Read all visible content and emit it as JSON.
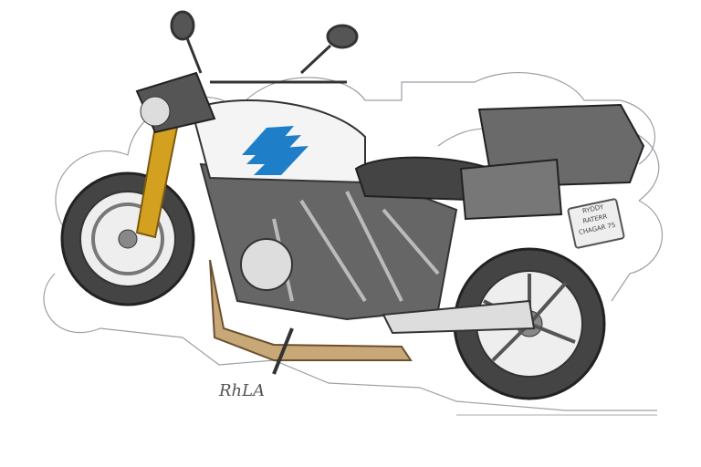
{
  "image": {
    "subject": "Illustrated motorcycle (naked roadster with side panniers) in sketch style",
    "colors": {
      "line": "#3a3a3a",
      "body": "#f4f4f4",
      "frame": "#5a5a5a",
      "fork": "#d4a020",
      "accent_blue": "#1e7fc8",
      "exhaust": "#b08a60",
      "smoke": "#9aa0a6"
    },
    "signature_text": "RhLA",
    "plate_text": [
      "RYDDY",
      "RATERR",
      "CHAGAR 75"
    ]
  }
}
